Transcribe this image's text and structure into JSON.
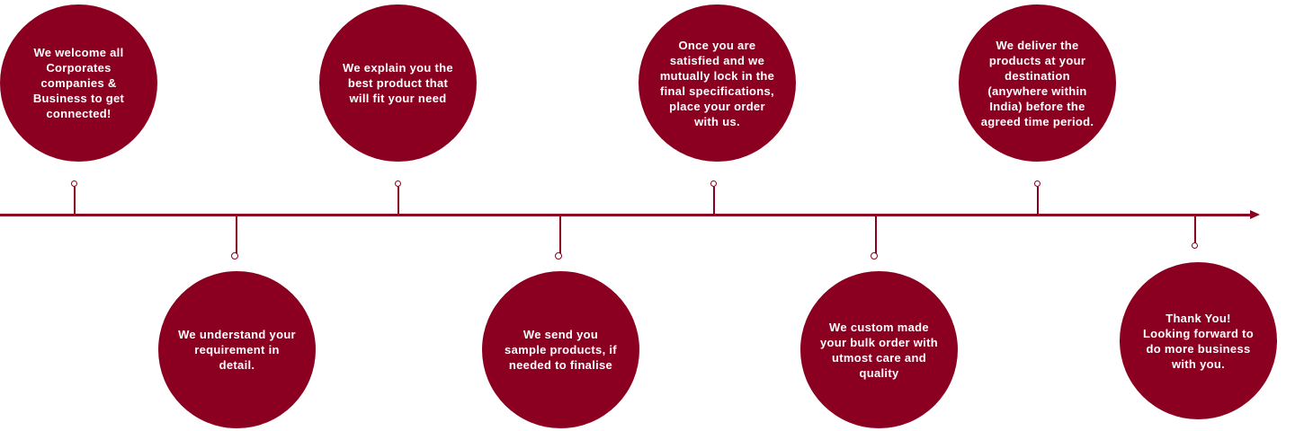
{
  "colors": {
    "accent": "#8B0020",
    "text": "#FFFFFF",
    "background": "#FFFFFF"
  },
  "steps": [
    {
      "text": "We welcome all\nCorporates\ncompanies &\nBusiness to get\nconnected!",
      "position": "above"
    },
    {
      "text": "We understand your\nrequirement in\ndetail.",
      "position": "below"
    },
    {
      "text": "We explain you the\nbest product that\nwill fit your need",
      "position": "above"
    },
    {
      "text": "We send you\nsample products, if\nneeded to finalise",
      "position": "below"
    },
    {
      "text": "Once you are\nsatisfied and we\nmutually lock in the\nfinal specifications,\nplace your order\nwith us.",
      "position": "above"
    },
    {
      "text": "We custom made\nyour bulk order with\nutmost care and\nquality",
      "position": "below"
    },
    {
      "text": "We deliver the\nproducts at your\ndestination\n(anywhere within\nIndia) before the\nagreed time period.",
      "position": "above"
    },
    {
      "text": "Thank You!\nLooking forward to\ndo more business\nwith you.",
      "position": "below"
    }
  ]
}
